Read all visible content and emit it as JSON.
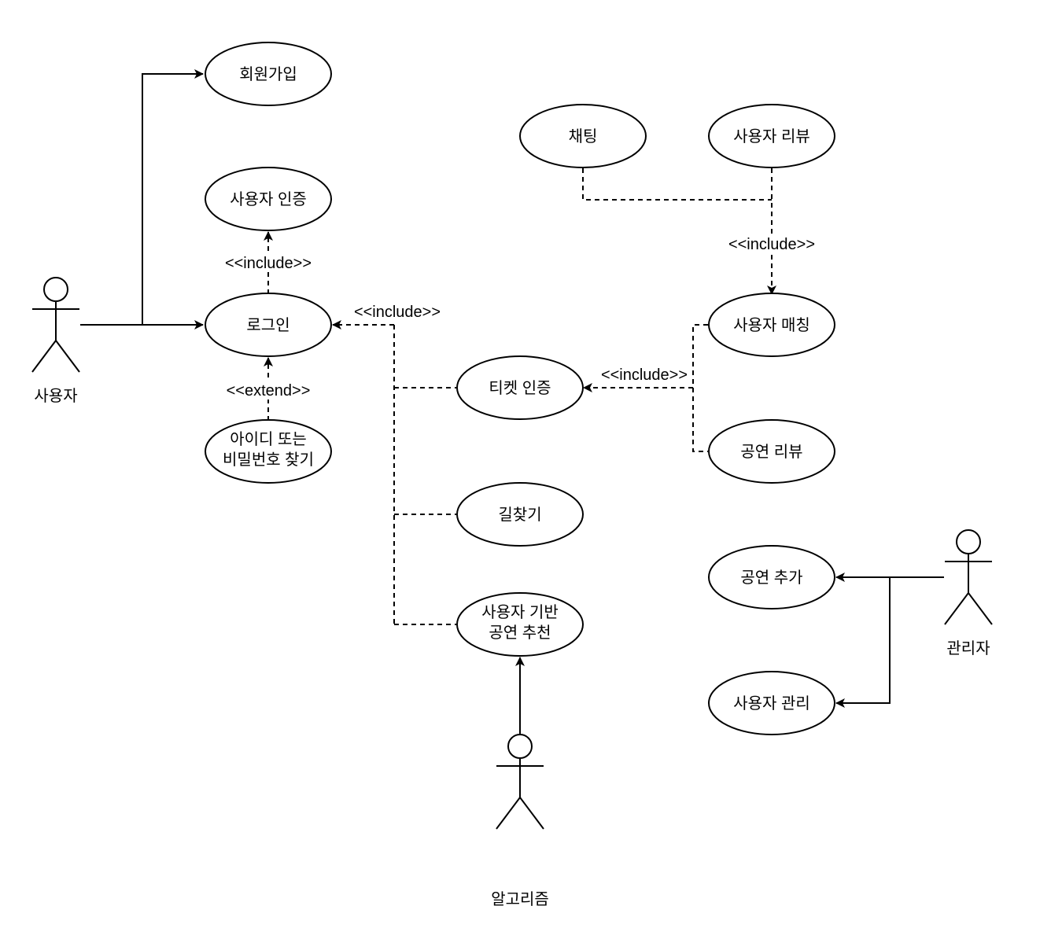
{
  "actors": {
    "user": "사용자",
    "admin": "관리자",
    "algorithm": "알고리즘"
  },
  "use_cases": {
    "signup": "회원가입",
    "user_auth": "사용자 인증",
    "login": "로그인",
    "find_id_pw": [
      "아이디 또는",
      "비밀번호 찾기"
    ],
    "chat": "채팅",
    "user_review": "사용자 리뷰",
    "user_matching": "사용자 매칭",
    "ticket_auth": "티켓 인증",
    "show_review": "공연 리뷰",
    "wayfinding": "길찾기",
    "recommendation": [
      "사용자 기반",
      "공연 추천"
    ],
    "add_show": "공연 추가",
    "user_management": "사용자 관리"
  },
  "relations": {
    "include_login_userauth": "<<include>>",
    "extend_find_login": "<<extend>>",
    "include_to_login": "<<include>>",
    "include_to_matching": "<<include>>",
    "include_to_ticket": "<<include>>"
  }
}
